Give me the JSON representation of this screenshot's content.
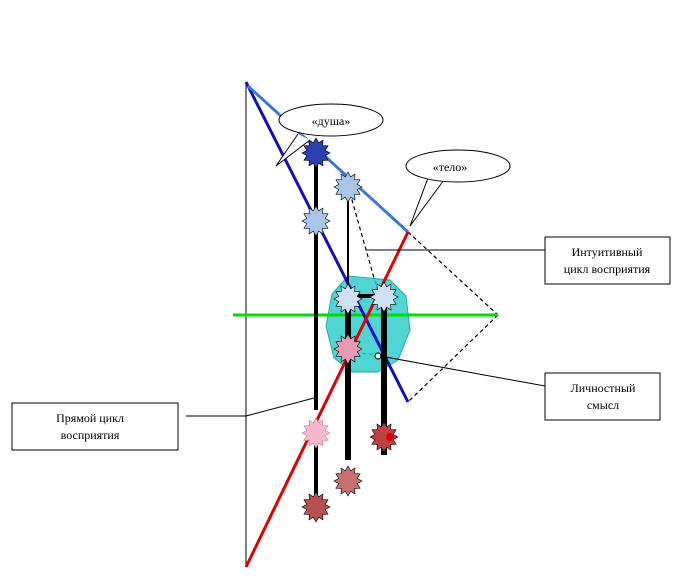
{
  "labels": {
    "soul": "«душа»",
    "body": "«тело»",
    "intuitive_cycle": [
      "Интуитивный",
      "цикл восприятия"
    ],
    "personal_meaning": [
      "Личностный",
      "смысл"
    ],
    "direct_cycle": [
      "Прямой цикл",
      "восприятия"
    ]
  },
  "colors": {
    "blue_line": "#1010c0",
    "light_blue_line": "#3a78d8",
    "red_line": "#e00000",
    "green_line": "#00dd00",
    "teal_blob": "#33cccc",
    "black": "#000000"
  },
  "icons": {
    "node": "starburst-icon"
  }
}
